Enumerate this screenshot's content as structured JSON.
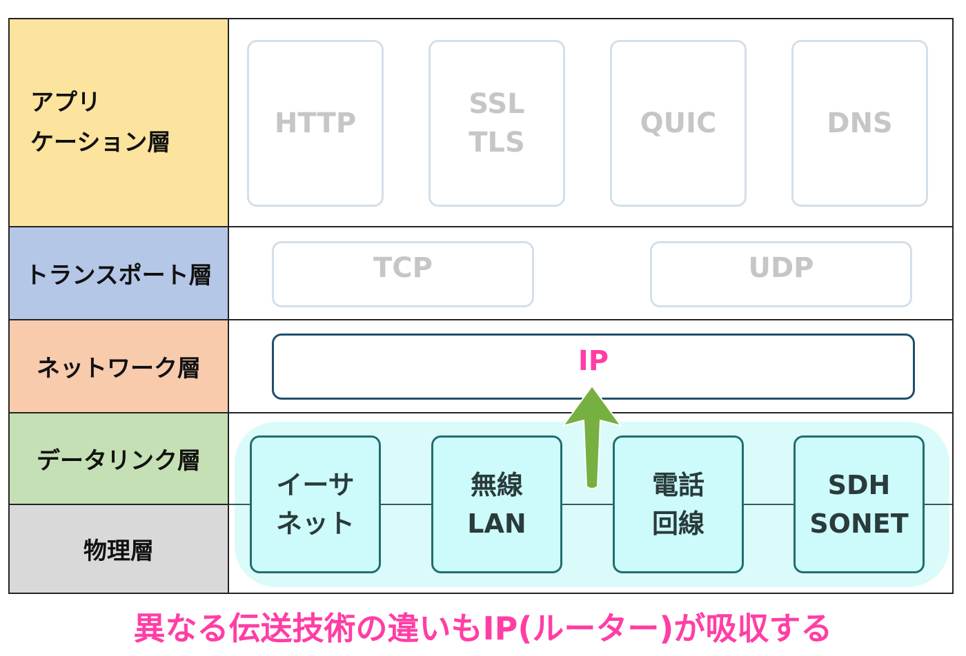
{
  "layers": {
    "application": [
      "アプリ",
      "ケーション層"
    ],
    "transport": "トランスポート層",
    "network": "ネットワーク層",
    "datalink": "データリンク層",
    "physical": "物理層"
  },
  "application_protocols": [
    [
      "HTTP"
    ],
    [
      "SSL",
      "TLS"
    ],
    [
      "QUIC"
    ],
    [
      "DNS"
    ]
  ],
  "transport_protocols": [
    "TCP",
    "UDP"
  ],
  "network_protocol": "IP",
  "link_technologies": [
    [
      "イーサ",
      "ネット"
    ],
    [
      "無線",
      "LAN"
    ],
    [
      "電話",
      "回線"
    ],
    [
      "SDH",
      "SONET"
    ]
  ],
  "caption": "異なる伝送技術の違いもIP(ルーター)が吸収する",
  "colors": {
    "application": "#fde49e",
    "transport": "#b4c7e7",
    "network": "#f8cbad",
    "datalink": "#c5e0b4",
    "physical": "#d9d9d9",
    "highlight_text": "#ff3ea5",
    "arrow": "#76b041",
    "absorb_zone": "#dbfbfb"
  }
}
